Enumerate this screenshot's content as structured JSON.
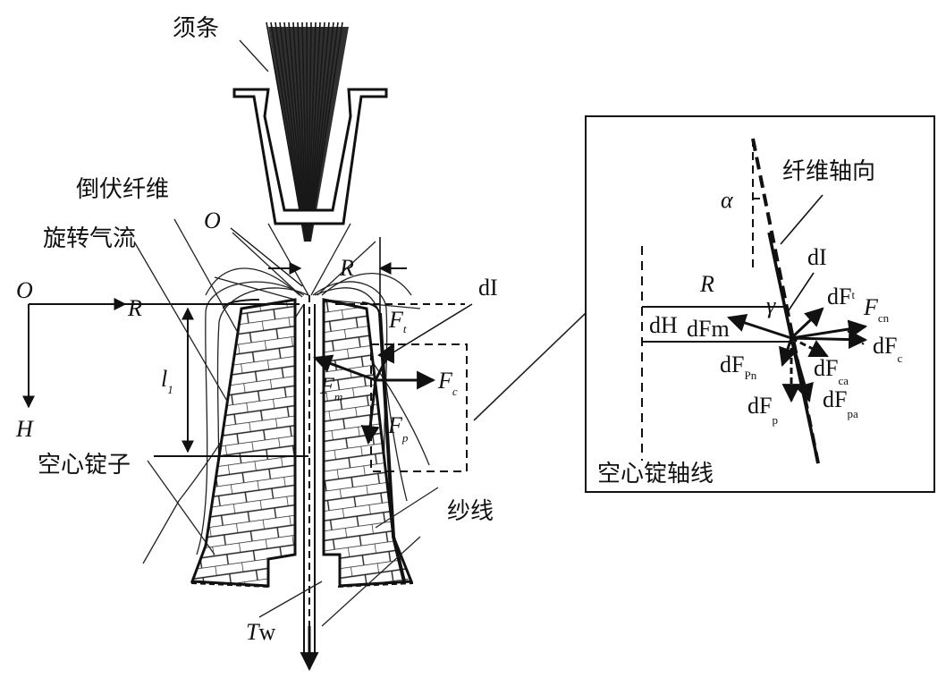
{
  "left": {
    "sliver_label": "须条",
    "fallen_fiber_label": "倒伏纤维",
    "swirl_label": "旋转气流",
    "hollow_spindle_label": "空心锭子",
    "yarn_label": "纱线",
    "origin_O_left": "O",
    "origin_O_top": "O",
    "axis_R": "R",
    "axis_H": "H",
    "R_top": "R",
    "l1_main": "l",
    "l1_sub": "1",
    "dI": "dI",
    "Ft_main": "F",
    "Ft_sub": "t",
    "Fc_main": "F",
    "Fc_sub": "c",
    "Fm_main": "F",
    "Fm_sub": "m",
    "Fp_main": "F",
    "Fp_sub": "p",
    "Tw_main": "T",
    "Tw_sub": "w"
  },
  "inset": {
    "fiber_axis_label": "纤维轴向",
    "spindle_axis_label": "空心锭轴线",
    "alpha": "α",
    "R": "R",
    "gamma": "γ",
    "dI": "dI",
    "dH": "dH",
    "dFm": "dFm",
    "dFt_main": "dF",
    "dFt_sub": "t",
    "Fcn_main": "F",
    "Fcn_sub": "cn",
    "dFc_main": "dF",
    "dFc_sub": "c",
    "dFpn_main": "dF",
    "dFpn_sub": "Pn",
    "dFca_main": "dF",
    "dFca_sub": "ca",
    "dFp_main": "dF",
    "dFp_sub": "p",
    "dFpa_main": "dF",
    "dFpa_sub": "pa"
  },
  "colors": {
    "ink": "#111111",
    "background": "#ffffff"
  }
}
